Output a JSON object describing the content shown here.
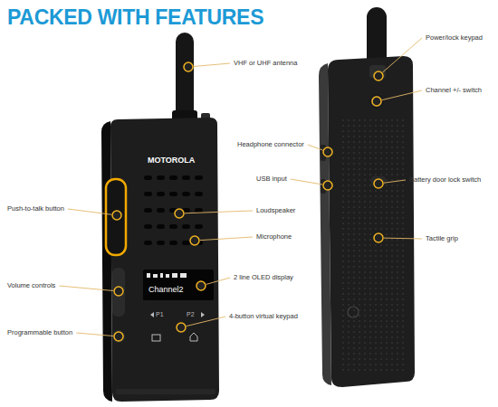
{
  "diagram": {
    "title": "PACKED WITH FEATURES",
    "labels": [
      "VHF or UHF antenna",
      "Push-to-talk button",
      "Loudspeaker",
      "Microphone",
      "Volume controls",
      "2 line OLED display",
      "Programmable button",
      "4-button virtual keypad",
      "Headphone connector",
      "USB input",
      "Power/lock keypad",
      "Channel +/- switch",
      "Battery door lock switch",
      "Tactile grip",
      "MOTOROLA",
      "Channel2",
      "P1",
      "P2"
    ]
  }
}
